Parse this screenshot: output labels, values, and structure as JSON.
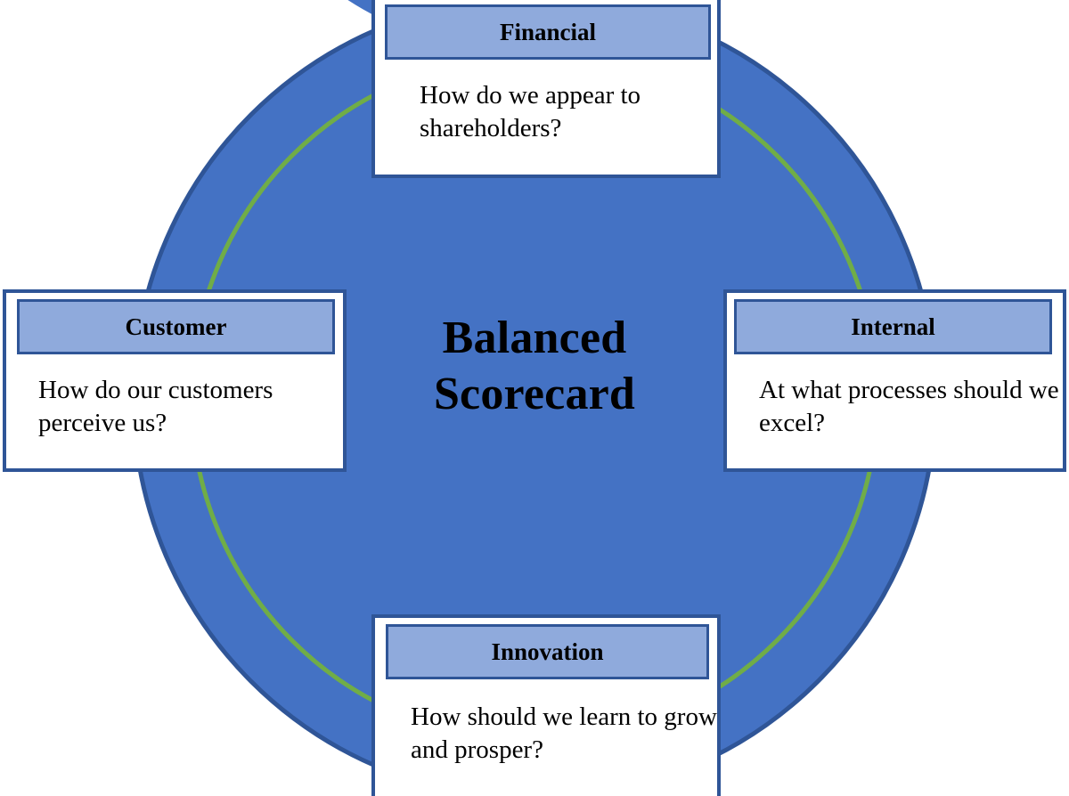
{
  "diagram": {
    "title": "Balanced Scorecard",
    "title_line1": "Balanced",
    "title_line2": "Scorecard",
    "type": "balanced-scorecard-ring",
    "colors": {
      "ring_fill": "#4472C4",
      "ring_outer_stroke": "#2F5597",
      "ring_inner_stroke": "#70AD47",
      "header_fill": "#8FAADC",
      "box_border": "#2F5597",
      "box_fill": "#FFFFFF",
      "text": "#000000",
      "background": "#FFFFFF"
    },
    "perspectives": {
      "financial": {
        "label": "Financial",
        "question": "How do we appear to shareholders?",
        "position": "top"
      },
      "customer": {
        "label": "Customer",
        "question": "How do our customers perceive us?",
        "position": "left"
      },
      "internal": {
        "label": "Internal",
        "question": "At what processes should we excel?",
        "position": "right"
      },
      "innovation": {
        "label": "Innovation",
        "question": "How should we learn to grow and prosper?",
        "position": "bottom"
      }
    }
  }
}
